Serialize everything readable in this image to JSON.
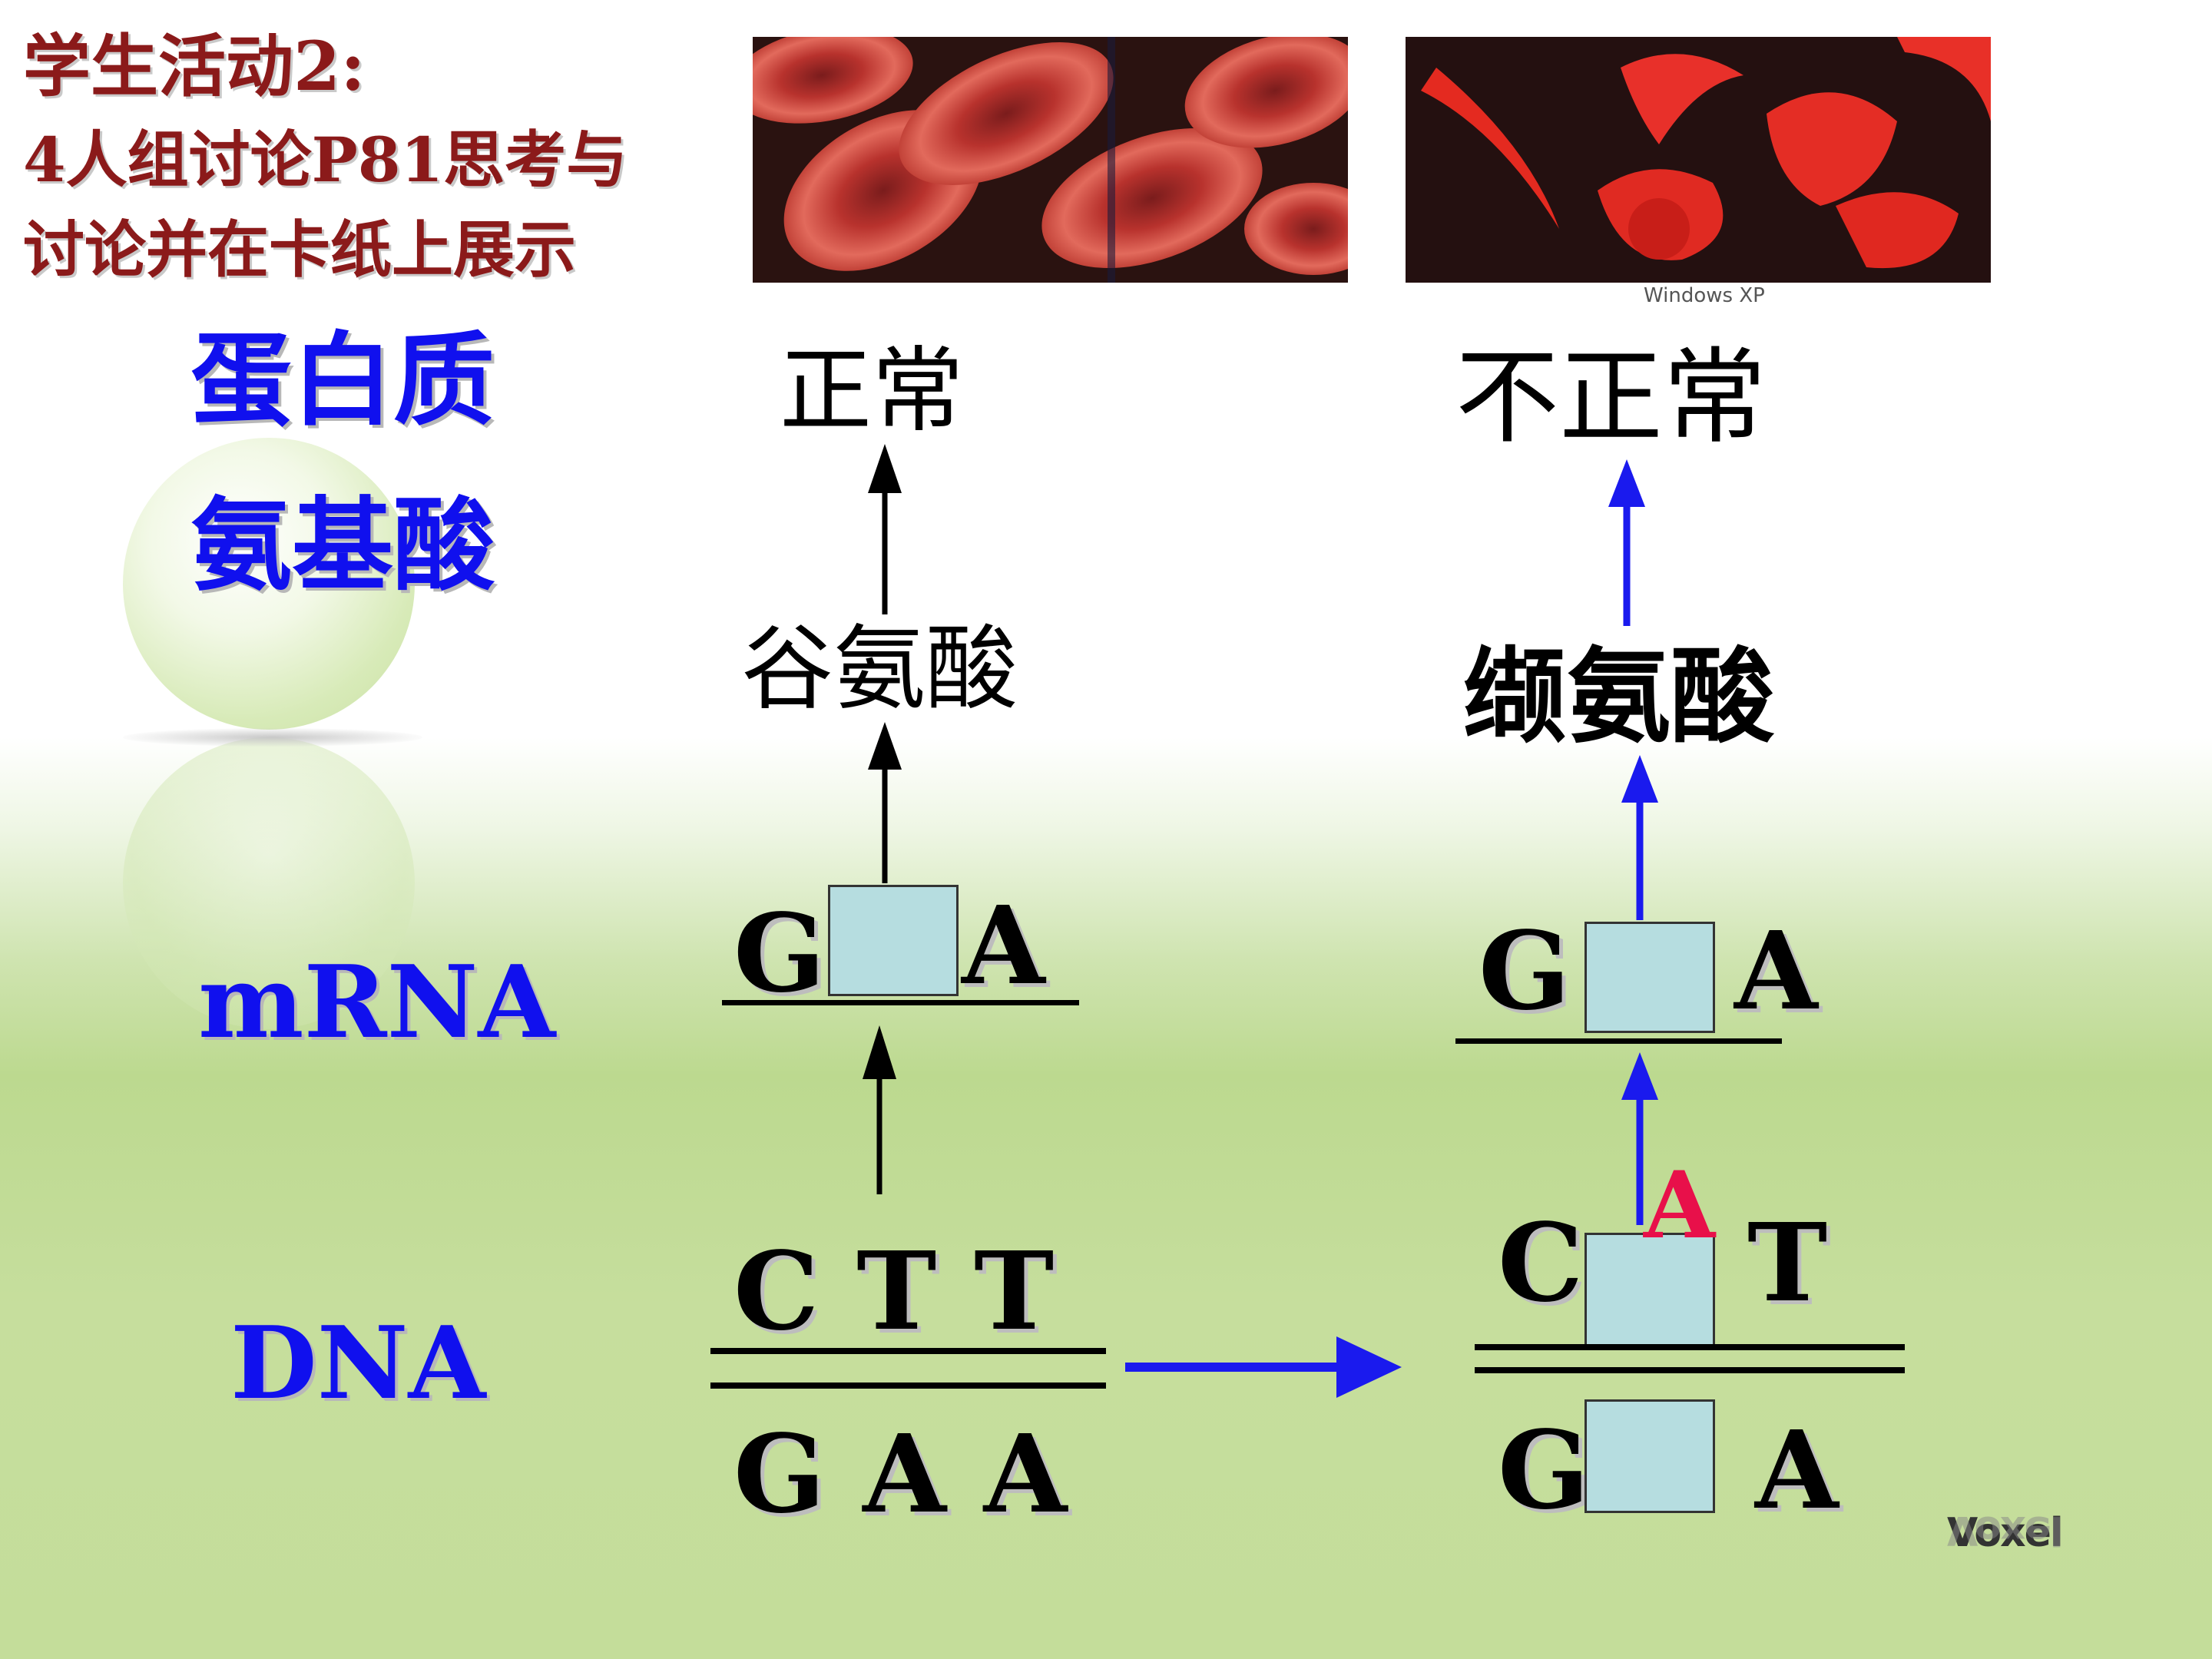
{
  "title": {
    "line1": "学生活动2:",
    "line2": "4人组讨论P81思考与",
    "line3": "讨论并在卡纸上展示"
  },
  "watermark_caption": "Windows XP",
  "left_labels": {
    "protein": "蛋白质",
    "amino_acid": "氨基酸",
    "mrna": "mRNA",
    "dna": "DNA"
  },
  "normal": {
    "protein": "正常",
    "amino_acid": "谷氨酸",
    "mrna_left": "G",
    "mrna_right": "A",
    "dna_top": "C T T",
    "dna_bottom": "G A A"
  },
  "abnormal": {
    "protein": "不正常",
    "amino_acid": "缬氨酸",
    "mrna_left": "G",
    "mrna_right": "A",
    "mutated_base": "A",
    "dna_top_left": "C",
    "dna_top_right": "T",
    "dna_bottom_left": "G",
    "dna_bottom_right": "A"
  },
  "logo_text": "Voxel",
  "colors": {
    "title": "#8b1a1a",
    "label_blue": "#1010ee",
    "arrow_blue": "#1a1aee",
    "mutation_red": "#e8104a",
    "box_fill": "#b6dde0"
  }
}
